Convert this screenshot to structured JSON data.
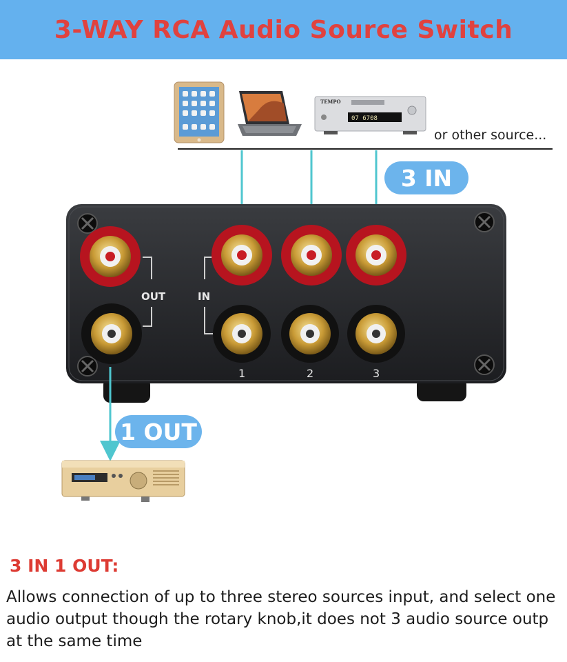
{
  "title": "3-WAY RCA Audio Source Switch",
  "sources_note": "or other source...",
  "in_badge": "3 IN",
  "out_badge": "1 OUT",
  "panel": {
    "out_label": "OUT",
    "in_label": "IN",
    "channel_numbers": [
      "1",
      "2",
      "3"
    ]
  },
  "devices": {
    "cd_player_brand": "TEMPO",
    "cd_display": "07 6708"
  },
  "description": {
    "heading": "3 IN 1 OUT:",
    "body": "Allows connection of up to three stereo sources input, and select one\naudio output though the rotary knob,it does not 3 audio source outp\nat the same time"
  },
  "colors": {
    "banner": "#64b1ee",
    "title": "#e0423f",
    "arrow": "#4fc6cf",
    "badge": "#6cb4ec",
    "heading": "#dd3b33"
  }
}
